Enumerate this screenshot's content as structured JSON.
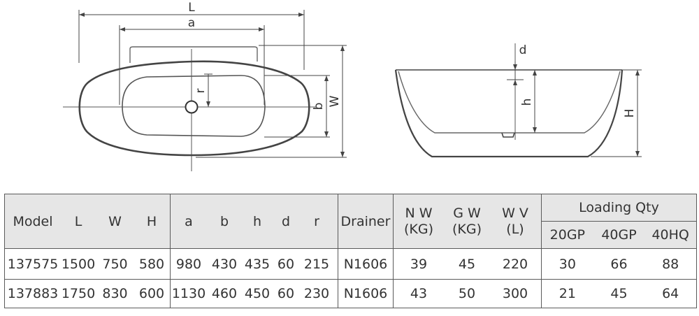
{
  "top_view": {
    "labels": {
      "L": "L",
      "a": "a",
      "r": "r",
      "b": "b",
      "W": "W"
    }
  },
  "side_view": {
    "labels": {
      "d": "d",
      "h": "h",
      "H": "H"
    }
  },
  "table": {
    "headers": {
      "group1": [
        "Model",
        "L",
        "W",
        "H"
      ],
      "group2": [
        "a",
        "b",
        "h",
        "d",
        "r"
      ],
      "drainer": "Drainer",
      "weights": [
        [
          "N W",
          "(KG)"
        ],
        [
          "G W",
          "(KG)"
        ],
        [
          "W V",
          "(L)"
        ]
      ],
      "loading": "Loading Qty",
      "loading_sub": [
        "20GP",
        "40GP",
        "40HQ"
      ]
    },
    "rows": [
      {
        "group1": [
          "137575",
          "1500",
          "750",
          "580"
        ],
        "group2": [
          "980",
          "430",
          "435",
          "60",
          "215"
        ],
        "drainer": "N1606",
        "weights": [
          "39",
          "45",
          "220"
        ],
        "loading": [
          "30",
          "66",
          "88"
        ]
      },
      {
        "group1": [
          "137883",
          "1750",
          "830",
          "600"
        ],
        "group2": [
          "1130",
          "460",
          "450",
          "60",
          "230"
        ],
        "drainer": "N1606",
        "weights": [
          "43",
          "50",
          "300"
        ],
        "loading": [
          "21",
          "45",
          "64"
        ]
      }
    ]
  }
}
